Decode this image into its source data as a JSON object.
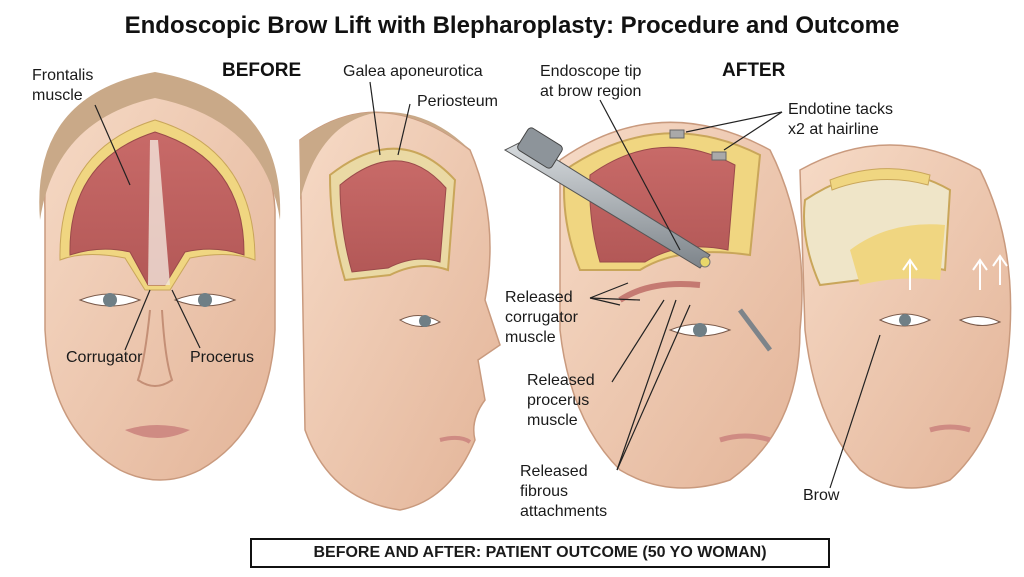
{
  "title": "Endoscopic Brow Lift with Blepharoplasty: Procedure and Outcome",
  "sections": {
    "before": "BEFORE",
    "after": "AFTER"
  },
  "labels": {
    "frontalis_1": "Frontalis",
    "frontalis_2": "muscle",
    "galea": "Galea aponeurotica",
    "periosteum": "Periosteum",
    "corrugator": "Corrugator",
    "procerus": "Procerus",
    "endoscope_1": "Endoscope tip",
    "endoscope_2": "at brow region",
    "endotine_1": "Endotine tacks",
    "endotine_2": "x2 at hairline",
    "rel_corr_1": "Released",
    "rel_corr_2": "corrugator",
    "rel_corr_3": "muscle",
    "rel_proc_1": "Released",
    "rel_proc_2": "procerus",
    "rel_proc_3": "muscle",
    "rel_fib_1": "Released",
    "rel_fib_2": "fibrous",
    "rel_fib_3": "attachments",
    "brow": "Brow"
  },
  "footer": "BEFORE AND AFTER: PATIENT OUTCOME (50 YO WOMAN)",
  "colors": {
    "skin": "#f1cdb6",
    "skin_shade": "#dfae92",
    "muscle": "#c86a68",
    "muscle_dark": "#a94d4e",
    "fat": "#f0d681",
    "periosteum": "#ead9a4",
    "bone": "#efe5c8",
    "hair": "#c9a988"
  }
}
